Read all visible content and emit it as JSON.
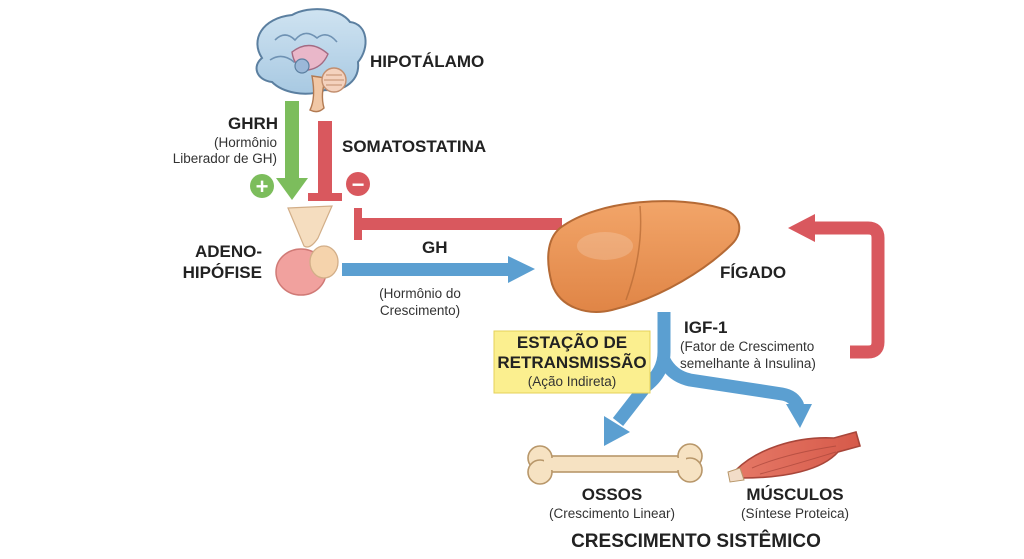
{
  "hypothalamus": {
    "label": "HIPOTÁLAMO"
  },
  "ghrh": {
    "title": "GHRH",
    "sub1": "(Hormônio",
    "sub2": "Liberador de GH)",
    "sign": "+"
  },
  "somatostatin": {
    "label": "SOMATOSTATINA",
    "sign": "−"
  },
  "pituitary": {
    "line1": "ADENO-",
    "line2": "HIPÓFISE"
  },
  "gh": {
    "title": "GH",
    "sub1": "(Hormônio do",
    "sub2": "Crescimento)"
  },
  "liver": {
    "label": "FÍGADO"
  },
  "relay": {
    "line1": "ESTAÇÃO DE",
    "line2": "RETRANSMISSÃO",
    "line3": "(Ação Indireta)"
  },
  "igf1": {
    "title": "IGF-1",
    "sub1": "(Fator de Crescimento",
    "sub2": "semelhante à Insulina)"
  },
  "bones": {
    "title": "OSSOS",
    "sub": "(Crescimento Linear)"
  },
  "muscles": {
    "title": "MÚSCULOS",
    "sub": "(Síntese Proteica)"
  },
  "footer": {
    "title": "CRESCIMENTO SISTÊMICO"
  },
  "colors": {
    "stimulate": "#7cbd5c",
    "inhibit": "#d9585e",
    "hormone": "#5b9fd1",
    "relay_bg": "#fbef8f"
  }
}
